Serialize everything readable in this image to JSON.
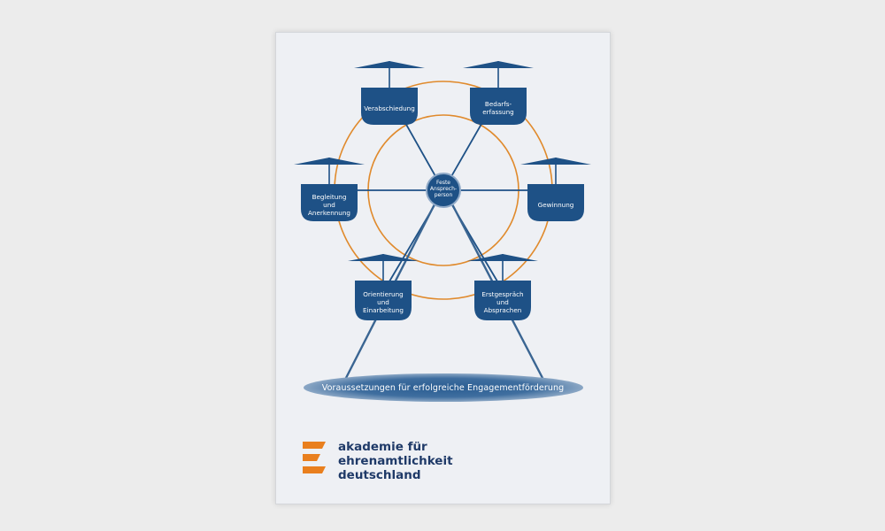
{
  "colors": {
    "accent_blue": "#1e5186",
    "dark_blue": "#173f6b",
    "ring_orange": "#e08a2c",
    "logo_orange": "#e97f1e",
    "logo_text": "#1f3a68"
  },
  "diagram": {
    "hub_label": "Feste\nAnsprech-\nperson",
    "gondolas": [
      {
        "label": "Verabschiedung"
      },
      {
        "label": "Bedarfs-\nerfassung"
      },
      {
        "label": "Begleitung\nund\nAnerkennung"
      },
      {
        "label": "Gewinnung"
      },
      {
        "label": "Orientierung\nund\nEinarbeitung"
      },
      {
        "label": "Erstgespräch\nund\nAbsprachen"
      }
    ],
    "base_label": "Voraussetzungen für erfolgreiche Engagementförderung"
  },
  "logo": {
    "line1": "akademie für",
    "line2": "ehrenamtlichkeit",
    "line3": "deutschland"
  }
}
